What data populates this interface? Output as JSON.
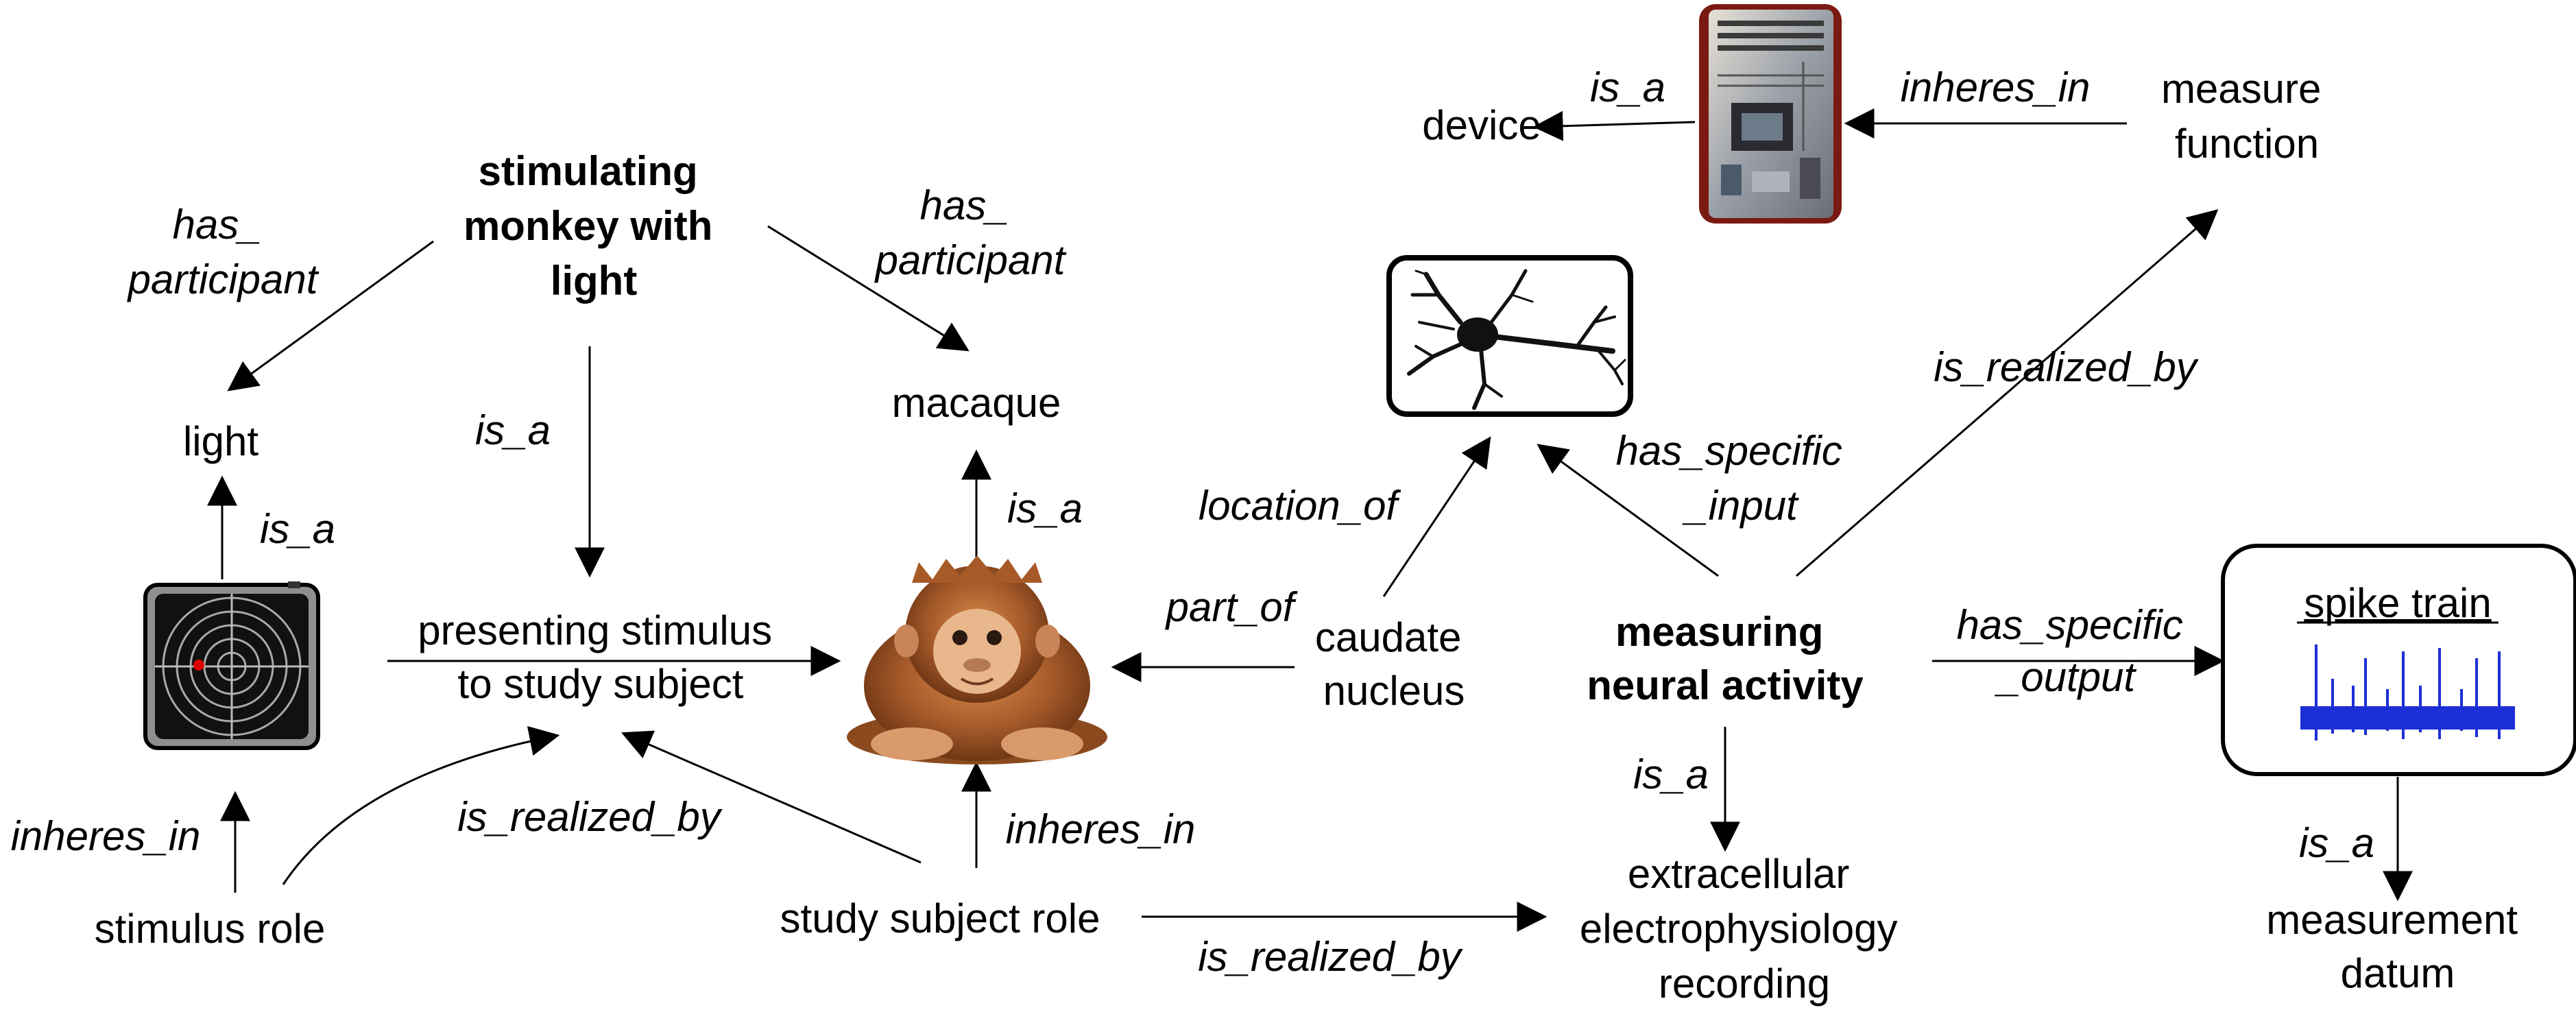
{
  "diagram": {
    "nodes": {
      "stimulating": [
        "stimulating",
        "monkey with",
        "light"
      ],
      "light": "light",
      "macaque": "macaque",
      "presenting": [
        "presenting stimulus",
        "to study subject"
      ],
      "stimulus_role": "stimulus role",
      "study_subject_role": "study subject role",
      "caudate": [
        "caudate",
        "nucleus"
      ],
      "measuring": [
        "measuring",
        "neural activity"
      ],
      "extracellular": [
        "extracellular",
        "electrophysiology",
        "recording"
      ],
      "device": "device",
      "measure_function": [
        "measure",
        "function"
      ],
      "spike_train": "spike train",
      "measurement_datum": [
        "measurement",
        "datum"
      ]
    },
    "relations": {
      "has_participant_left": [
        "has_",
        "participant"
      ],
      "has_participant_right": [
        "has_",
        "participant"
      ],
      "is_a_stim": "is_a",
      "is_a_light": "is_a",
      "is_a_macaque": "is_a",
      "inheres_in_stim": "inheres_in",
      "is_realized_by_stim": "is_realized_by",
      "inheres_in_subject": "inheres_in",
      "part_of": "part_of",
      "location_of": "location_of",
      "has_specific_input": [
        "has_specific",
        "_input"
      ],
      "is_realized_by_measure": "is_realized_by",
      "has_specific_output": [
        "has_specific",
        "_output"
      ],
      "is_a_measuring": "is_a",
      "is_realized_by_subject": "is_realized_by",
      "is_a_device": "is_a",
      "inheres_in_device": "inheres_in",
      "is_a_spike": "is_a"
    }
  }
}
